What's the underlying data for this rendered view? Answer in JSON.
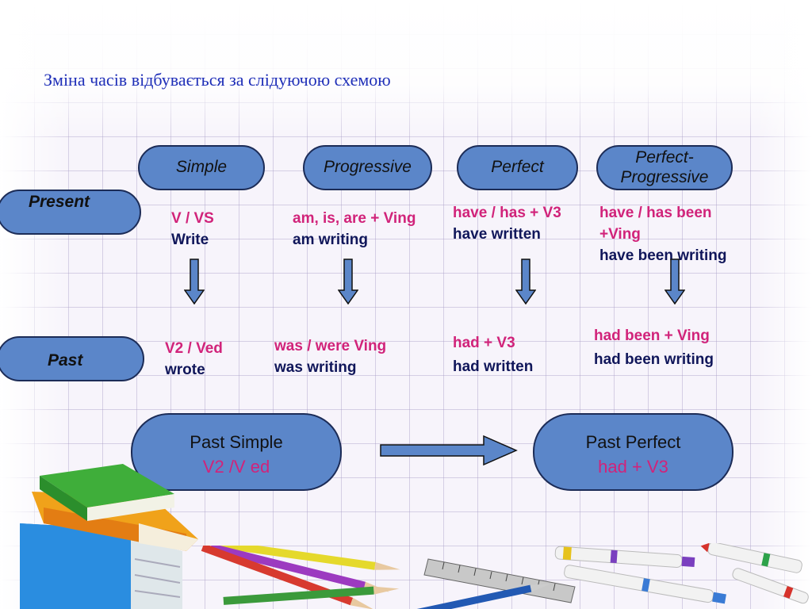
{
  "heading": "Зміна часів відбувається за слідуючою схемою",
  "columns": [
    "Simple",
    "Progressive",
    "Perfect",
    "Perfect-Progressive"
  ],
  "rows": {
    "present": {
      "label": "Present",
      "simple": {
        "formula": "V / VS",
        "example": "Write"
      },
      "progressive": {
        "formula": "am, is, are + Ving",
        "example": "am writing"
      },
      "perfect": {
        "formula": "have / has + V3",
        "example": "have written"
      },
      "perfect_progressive": {
        "formula_line1": "have / has been",
        "formula_line2": "+Ving",
        "example": "have been writing"
      }
    },
    "past": {
      "label": "Past",
      "simple": {
        "formula": "V2 / Ved",
        "example": "wrote"
      },
      "progressive": {
        "formula": "was / were Ving",
        "example": "was writing"
      },
      "perfect": {
        "formula": "had + V3",
        "example": "had written"
      },
      "perfect_progressive": {
        "formula": "had been + Ving",
        "example": "had been writing"
      }
    }
  },
  "transform": {
    "from": {
      "title": "Past Simple",
      "formula": "V2 /V ed"
    },
    "to": {
      "title": "Past Perfect",
      "formula": "had + V3"
    }
  },
  "colors": {
    "pill_fill": "#5b86c9",
    "formula": "#d1237a",
    "example": "#10165a",
    "heading": "#1f2fb8"
  },
  "icons": [
    "down-arrow-icon",
    "right-arrow-icon",
    "books-icon",
    "pencils-icon",
    "ruler-icon",
    "markers-icon"
  ]
}
